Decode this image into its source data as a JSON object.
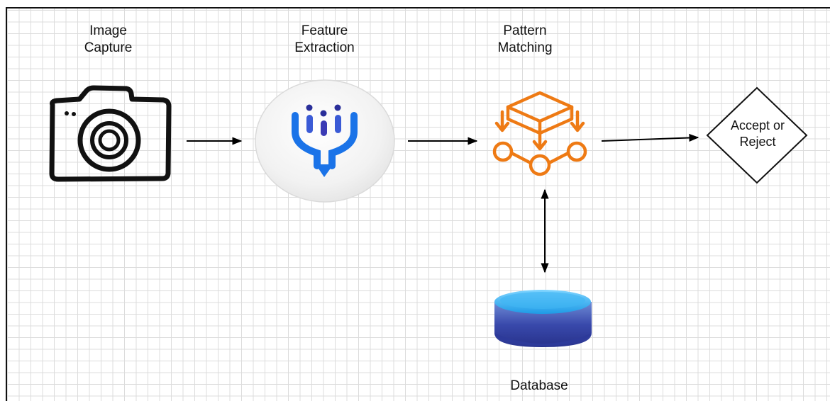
{
  "diagram": {
    "nodes": {
      "image_capture": {
        "line1": "Image",
        "line2": "Capture",
        "icon": "camera-icon"
      },
      "feature_extraction": {
        "line1": "Feature",
        "line2": "Extraction",
        "icon": "feature-funnel-icon"
      },
      "pattern_matching": {
        "line1": "Pattern",
        "line2": "Matching",
        "icon": "pattern-cube-icon"
      },
      "decision": {
        "line1": "Accept or",
        "line2": "Reject",
        "shape": "diamond"
      },
      "database": {
        "label": "Database",
        "icon": "database-cylinder-icon"
      }
    },
    "edges": [
      {
        "from": "image_capture",
        "to": "feature_extraction",
        "direction": "forward"
      },
      {
        "from": "feature_extraction",
        "to": "pattern_matching",
        "direction": "forward"
      },
      {
        "from": "pattern_matching",
        "to": "decision",
        "direction": "forward"
      },
      {
        "from": "pattern_matching",
        "to": "database",
        "direction": "bidirectional"
      }
    ],
    "colors": {
      "pattern_icon": "#ee7a14",
      "feature_blue": "#1a73e8",
      "feature_purple": "#3b3bb5",
      "database_top": "#29a9f0",
      "database_body": "#3f51b5",
      "arrow": "#000000"
    }
  }
}
